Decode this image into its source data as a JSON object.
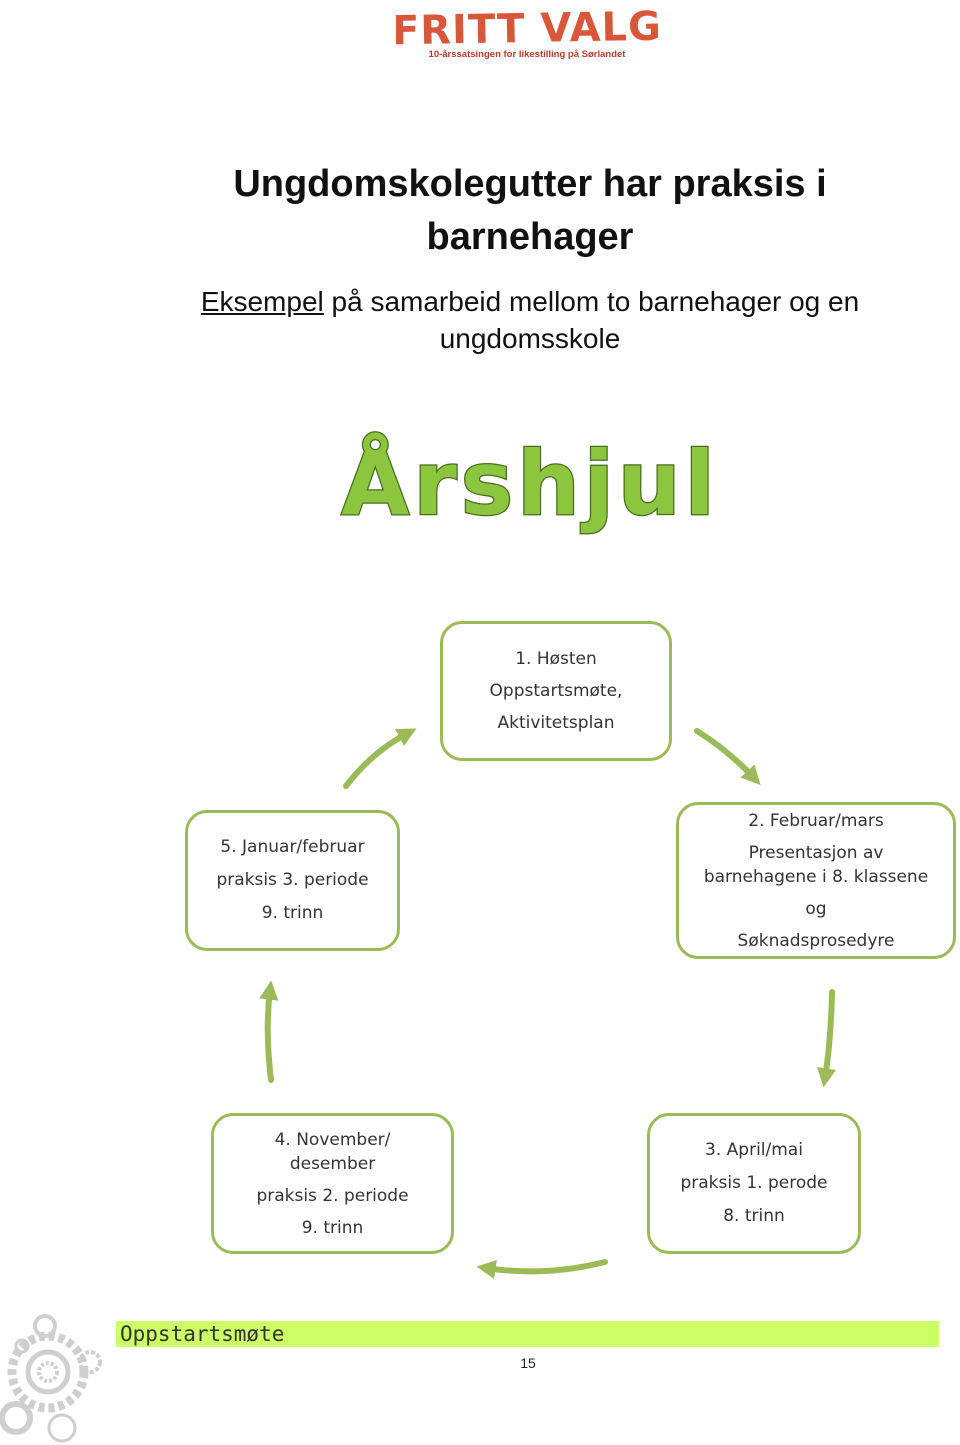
{
  "logo": {
    "text": "FRITT VALG",
    "tagline": "10-årssatsingen for likestilling på Sørlandet",
    "color": "#d8563a"
  },
  "title": "Ungdomskolegutter har praksis i barnehager",
  "subtitle": {
    "underlined": "Eksempel",
    "rest": " på samarbeid mellom to barnehager og en ungdomsskole"
  },
  "wheel_heading": "Årshjul",
  "wheel_heading_color": "#8cc63f",
  "boxes": [
    {
      "lines": [
        "1. Høsten",
        "Oppstartsmøte,",
        "Aktivitetsplan"
      ]
    },
    {
      "lines": [
        "2.  Februar/mars",
        "Presentasjon av",
        "barnehagene i  8. klassene",
        "og",
        "Søknadsprosedyre"
      ]
    },
    {
      "lines": [
        "3.   April/mai",
        "praksis 1. perode",
        "8. trinn"
      ]
    },
    {
      "lines": [
        "4.  November/",
        "desember",
        "praksis 2. periode",
        "9. trinn"
      ]
    },
    {
      "lines": [
        "5.  Januar/februar",
        "praksis 3. periode",
        "9. trinn"
      ]
    }
  ],
  "box_border_color": "#9bbb59",
  "arrow_color": "#9bbb59",
  "section_label": "Oppstartsmøte",
  "section_bar_color": "#ccff66",
  "page_number": "15"
}
